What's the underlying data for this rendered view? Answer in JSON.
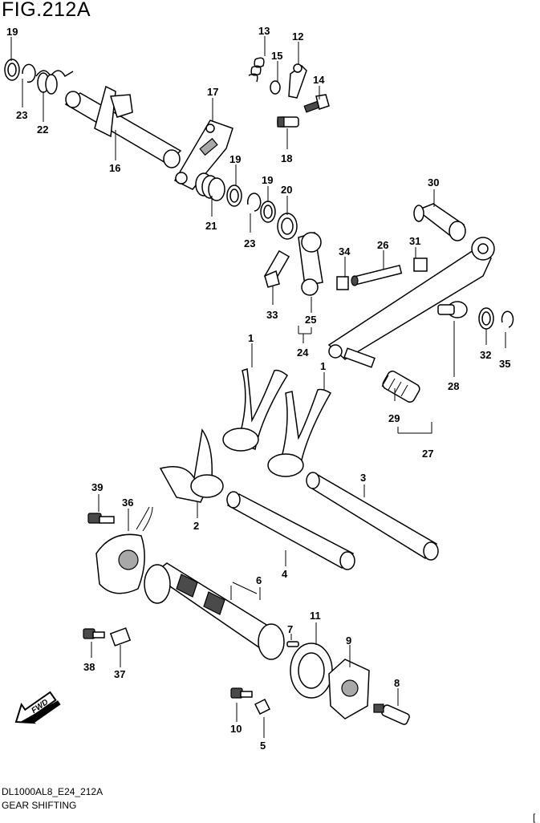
{
  "header": {
    "title": "FIG.212A"
  },
  "footer": {
    "model_code": "DL1000AL8_E24_212A",
    "caption": "GEAR SHIFTING",
    "corner_mark": "["
  },
  "fwd_arrow": {
    "label": "FWD"
  },
  "callouts": [
    {
      "id": "c19a",
      "text": "19"
    },
    {
      "id": "c23a",
      "text": "23"
    },
    {
      "id": "c22",
      "text": "22"
    },
    {
      "id": "c16",
      "text": "16"
    },
    {
      "id": "c13",
      "text": "13"
    },
    {
      "id": "c12",
      "text": "12"
    },
    {
      "id": "c15",
      "text": "15"
    },
    {
      "id": "c14",
      "text": "14"
    },
    {
      "id": "c18",
      "text": "18"
    },
    {
      "id": "c17",
      "text": "17"
    },
    {
      "id": "c19b",
      "text": "19"
    },
    {
      "id": "c19c",
      "text": "19"
    },
    {
      "id": "c20",
      "text": "20"
    },
    {
      "id": "c21",
      "text": "21"
    },
    {
      "id": "c23b",
      "text": "23"
    },
    {
      "id": "c30",
      "text": "30"
    },
    {
      "id": "c26",
      "text": "26"
    },
    {
      "id": "c31",
      "text": "31"
    },
    {
      "id": "c34",
      "text": "34"
    },
    {
      "id": "c33",
      "text": "33"
    },
    {
      "id": "c25",
      "text": "25"
    },
    {
      "id": "c24",
      "text": "24"
    },
    {
      "id": "c32",
      "text": "32"
    },
    {
      "id": "c35",
      "text": "35"
    },
    {
      "id": "c1a",
      "text": "1"
    },
    {
      "id": "c1b",
      "text": "1"
    },
    {
      "id": "c28",
      "text": "28"
    },
    {
      "id": "c29",
      "text": "29"
    },
    {
      "id": "c27",
      "text": "27"
    },
    {
      "id": "c3",
      "text": "3"
    },
    {
      "id": "c39",
      "text": "39"
    },
    {
      "id": "c36",
      "text": "36"
    },
    {
      "id": "c2",
      "text": "2"
    },
    {
      "id": "c4",
      "text": "4"
    },
    {
      "id": "c6",
      "text": "6"
    },
    {
      "id": "c7",
      "text": "7"
    },
    {
      "id": "c11",
      "text": "11"
    },
    {
      "id": "c9",
      "text": "9"
    },
    {
      "id": "c38",
      "text": "38"
    },
    {
      "id": "c37",
      "text": "37"
    },
    {
      "id": "c8",
      "text": "8"
    },
    {
      "id": "c10",
      "text": "10"
    },
    {
      "id": "c5",
      "text": "5"
    }
  ]
}
